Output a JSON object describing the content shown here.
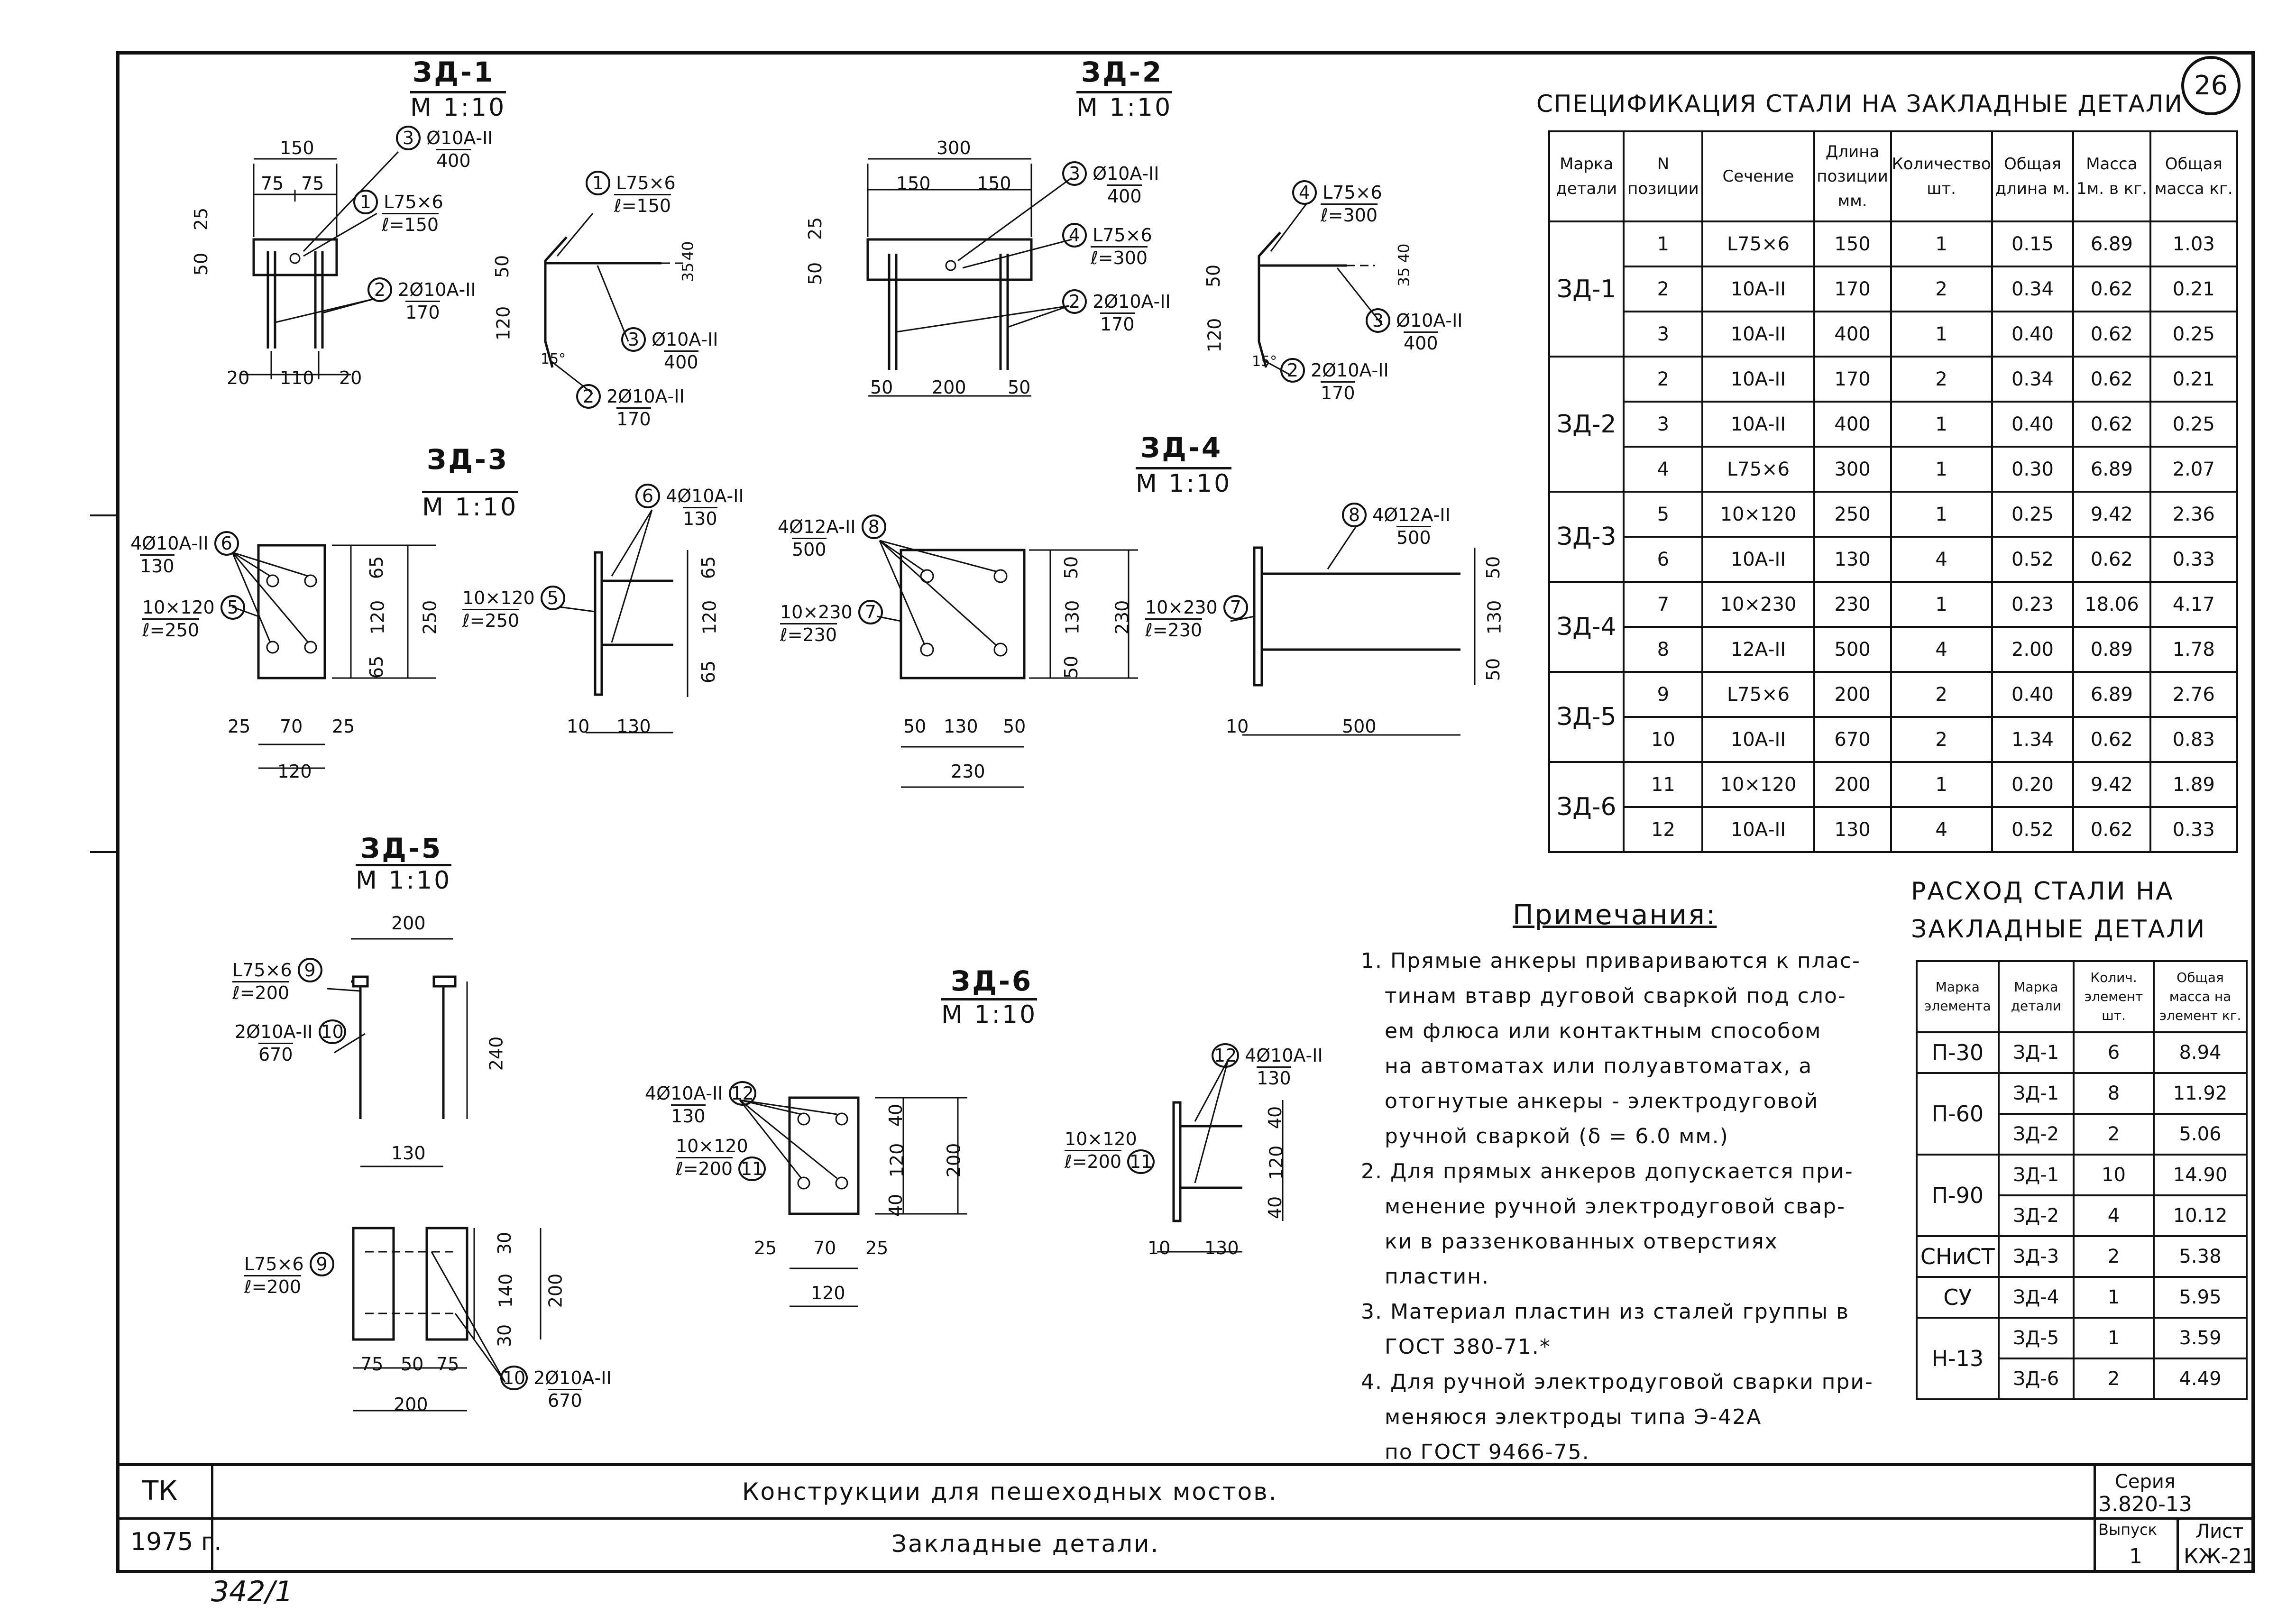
{
  "sheet_number": "26",
  "handwritten_note": "342/1",
  "details": [
    {
      "mark": "ЗД-1",
      "scale": "М 1:10"
    },
    {
      "mark": "ЗД-2",
      "scale": "М 1:10"
    },
    {
      "mark": "ЗД-3",
      "scale": "М 1:10"
    },
    {
      "mark": "ЗД-4",
      "scale": "М 1:10"
    },
    {
      "mark": "ЗД-5",
      "scale": "М 1:10"
    },
    {
      "mark": "ЗД-6",
      "scale": "М 1:10"
    }
  ],
  "callouts": {
    "zd1": {
      "c3": "Ø10А-ІІ",
      "c3b": "400",
      "c1": "L75×6",
      "c1b": "ℓ=150",
      "c2": "2Ø10А-ІІ",
      "c2b": "170",
      "d150": "150",
      "d75a": "75",
      "d75b": "75",
      "d25": "25",
      "d50": "50",
      "d20a": "20",
      "d110": "110",
      "d20b": "20"
    },
    "zd1s": {
      "c1": "L75×6",
      "c1b": "ℓ=150",
      "c3": "Ø10А-ІІ",
      "c3b": "400",
      "c2": "2Ø10А-ІІ",
      "c2b": "170",
      "d50": "50",
      "d120": "120",
      "d15": "15°",
      "d35": "35",
      "d40": "40"
    },
    "zd2": {
      "c3": "Ø10А-ІІ",
      "c3b": "400",
      "c4": "L75×6",
      "c4b": "ℓ=300",
      "c2": "2Ø10А-ІІ",
      "c2b": "170",
      "d300": "300",
      "d150a": "150",
      "d150b": "150",
      "d25": "25",
      "d50": "50",
      "d50a": "50",
      "d200": "200",
      "d50b": "50"
    },
    "zd2s": {
      "c4": "L75×6",
      "c4b": "ℓ=300",
      "c3": "Ø10А-ІІ",
      "c3b": "400",
      "c2": "2Ø10А-ІІ",
      "c2b": "170",
      "d50": "50",
      "d120": "120",
      "d15": "15°",
      "d35": "35",
      "d40": "40"
    },
    "zd3": {
      "c6": "4Ø10А-ІІ",
      "c6b": "130",
      "c5": "10×120",
      "c5b": "ℓ=250",
      "d65a": "65",
      "d120": "120",
      "d65b": "65",
      "d250": "250",
      "d25a": "25",
      "d70": "70",
      "d25b": "25",
      "d120b": "120"
    },
    "zd3s": {
      "c6": "4Ø10А-ІІ",
      "c6b": "130",
      "c5": "10×120",
      "c5b": "ℓ=250",
      "d65a": "65",
      "d120": "120",
      "d65b": "65",
      "d10": "10",
      "d130": "130"
    },
    "zd4": {
      "c8": "4Ø12А-ІІ",
      "c8b": "500",
      "c7": "10×230",
      "c7b": "ℓ=230",
      "d50a": "50",
      "d130": "130",
      "d50b": "50",
      "d230": "230",
      "d50c": "50",
      "d130b": "130",
      "d50d": "50",
      "d230b": "230"
    },
    "zd4s": {
      "c8": "4Ø12А-ІІ",
      "c8b": "500",
      "c7": "10×230",
      "c7b": "ℓ=230",
      "d50a": "50",
      "d130": "130",
      "d50b": "50",
      "d10": "10",
      "d500": "500"
    },
    "zd5": {
      "c9": "L75×6",
      "c9b": "ℓ=200",
      "c10": "2Ø10А-ІІ",
      "c10b": "670",
      "d200": "200",
      "d240": "240",
      "d130": "130"
    },
    "zd5p": {
      "c9": "L75×6",
      "c9b": "ℓ=200",
      "c10": "2Ø10А-ІІ",
      "c10b": "670",
      "d30a": "30",
      "d140": "140",
      "d30b": "30",
      "d200v": "200",
      "d75a": "75",
      "d50": "50",
      "d75b": "75",
      "d200": "200"
    },
    "zd6": {
      "c12": "4Ø10А-ІІ",
      "c12b": "130",
      "c11": "10×120",
      "c11b": "ℓ=200",
      "d40a": "40",
      "d120": "120",
      "d40b": "40",
      "d200": "200",
      "d25a": "25",
      "d70": "70",
      "d25b": "25",
      "d120b": "120"
    },
    "zd6s": {
      "c12": "4Ø10А-ІІ",
      "c12b": "130",
      "c11": "10×120",
      "c11b": "ℓ=200",
      "d40a": "40",
      "d120": "120",
      "d40b": "40",
      "d10": "10",
      "d130": "130"
    }
  },
  "spec": {
    "title": "Спецификация стали на закладные детали",
    "headers": [
      "Марка детали",
      "N позиции",
      "Сечение",
      "Длина позиции мм.",
      "Количество шт.",
      "Общая длина м.",
      "Масса 1м. в кг.",
      "Общая масса кг."
    ],
    "groups": [
      {
        "mark": "ЗД-1",
        "rows": [
          [
            "1",
            "L75×6",
            "150",
            "1",
            "0.15",
            "6.89",
            "1.03"
          ],
          [
            "2",
            "10А-ІІ",
            "170",
            "2",
            "0.34",
            "0.62",
            "0.21"
          ],
          [
            "3",
            "10А-ІІ",
            "400",
            "1",
            "0.40",
            "0.62",
            "0.25"
          ]
        ]
      },
      {
        "mark": "ЗД-2",
        "rows": [
          [
            "2",
            "10А-ІІ",
            "170",
            "2",
            "0.34",
            "0.62",
            "0.21"
          ],
          [
            "3",
            "10А-ІІ",
            "400",
            "1",
            "0.40",
            "0.62",
            "0.25"
          ],
          [
            "4",
            "L75×6",
            "300",
            "1",
            "0.30",
            "6.89",
            "2.07"
          ]
        ]
      },
      {
        "mark": "ЗД-3",
        "rows": [
          [
            "5",
            "10×120",
            "250",
            "1",
            "0.25",
            "9.42",
            "2.36"
          ],
          [
            "6",
            "10А-ІІ",
            "130",
            "4",
            "0.52",
            "0.62",
            "0.33"
          ]
        ]
      },
      {
        "mark": "ЗД-4",
        "rows": [
          [
            "7",
            "10×230",
            "230",
            "1",
            "0.23",
            "18.06",
            "4.17"
          ],
          [
            "8",
            "12А-ІІ",
            "500",
            "4",
            "2.00",
            "0.89",
            "1.78"
          ]
        ]
      },
      {
        "mark": "ЗД-5",
        "rows": [
          [
            "9",
            "L75×6",
            "200",
            "2",
            "0.40",
            "6.89",
            "2.76"
          ],
          [
            "10",
            "10А-ІІ",
            "670",
            "2",
            "1.34",
            "0.62",
            "0.83"
          ]
        ]
      },
      {
        "mark": "ЗД-6",
        "rows": [
          [
            "11",
            "10×120",
            "200",
            "1",
            "0.20",
            "9.42",
            "1.89"
          ],
          [
            "12",
            "10А-ІІ",
            "130",
            "4",
            "0.52",
            "0.62",
            "0.33"
          ]
        ]
      }
    ]
  },
  "notes": {
    "title": "Примечания:",
    "items": [
      "1. Прямые анкеры привариваются к плас-",
      "тинам втавр дуговой сваркой под сло-",
      "ем флюса или контактным способом",
      "на автоматах или полуавтоматах, а",
      "отогнутые анкеры - электродуговой",
      "ручной сваркой (δ = 6.0 мм.)",
      "2. Для прямых анкеров допускается при-",
      "менение ручной электродуговой свар-",
      "ки в раззенкованных отверстиях",
      "пластин.",
      "3. Материал пластин из сталей группы в",
      "ГОСТ 380-71.*",
      "4. Для ручной электродуговой сварки при-",
      "меняюся электроды типа Э-42А",
      "по ГОСТ 9466-75."
    ]
  },
  "consumption": {
    "title1": "Расход стали на",
    "title2": "закладные детали",
    "headers": [
      "Марка элемента",
      "Марка детали",
      "Колич. элемент шт.",
      "Общая масса на элемент кг."
    ],
    "rows": [
      {
        "el": "П-30",
        "items": [
          [
            "ЗД-1",
            "6",
            "8.94"
          ]
        ]
      },
      {
        "el": "П-60",
        "items": [
          [
            "ЗД-1",
            "8",
            "11.92"
          ],
          [
            "ЗД-2",
            "2",
            "5.06"
          ]
        ]
      },
      {
        "el": "П-90",
        "items": [
          [
            "ЗД-1",
            "10",
            "14.90"
          ],
          [
            "ЗД-2",
            "4",
            "10.12"
          ]
        ]
      },
      {
        "el": "СНиСТ",
        "items": [
          [
            "ЗД-3",
            "2",
            "5.38"
          ]
        ]
      },
      {
        "el": "СУ",
        "items": [
          [
            "ЗД-4",
            "1",
            "5.95"
          ]
        ]
      },
      {
        "el": "Н-13",
        "items": [
          [
            "ЗД-5",
            "1",
            "3.59"
          ],
          [
            "ЗД-6",
            "2",
            "4.49"
          ]
        ]
      }
    ]
  },
  "stamp": {
    "org": "ТК",
    "year": "1975 г.",
    "line1": "Конструкции для пешеходных мостов.",
    "line2": "Закладные детали.",
    "series_label": "Серия",
    "series": "3.820-13",
    "issue_label": "Выпуск",
    "issue": "1",
    "sheet_label": "Лист",
    "sheet": "КЖ-21"
  }
}
